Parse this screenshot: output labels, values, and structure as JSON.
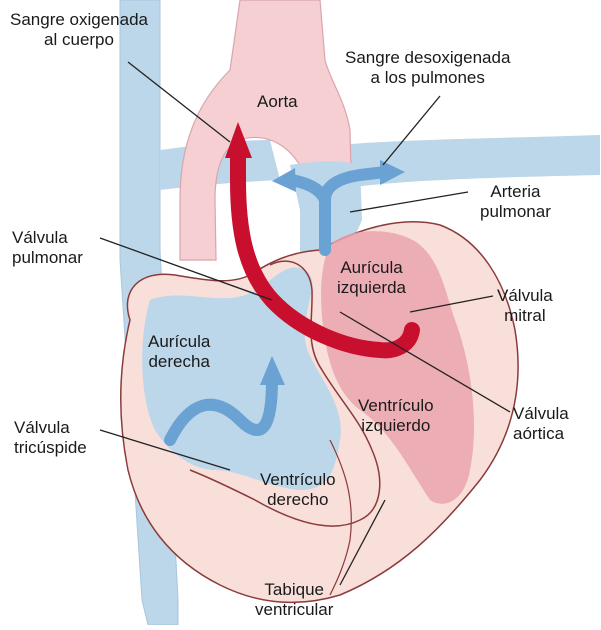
{
  "diagram": {
    "colors": {
      "oxygenated": "#f6cfd3",
      "oxygenated_deep": "#eaa4ad",
      "deoxygenated": "#bcd6ea",
      "deoxygenated_deep": "#86b3d9",
      "arrow_red": "#c8102e",
      "arrow_blue": "#6aa2d4",
      "outline": "#6b2a2a",
      "heart_wall": "#f8dfd9",
      "leader_line": "#222222"
    },
    "labels": {
      "oxygenated_blood": [
        "Sangre oxigenada",
        "al cuerpo"
      ],
      "deoxygenated_blood": [
        "Sangre desoxigenada",
        "a los pulmones"
      ],
      "aorta": [
        "Aorta"
      ],
      "pulmonary_artery": [
        "Arteria",
        "pulmonar"
      ],
      "pulmonary_valve": [
        "Válvula",
        "pulmonar"
      ],
      "left_atrium": [
        "Aurícula",
        "izquierda"
      ],
      "mitral_valve": [
        "Válvula",
        "mitral"
      ],
      "right_atrium": [
        "Aurícula",
        "derecha"
      ],
      "left_ventricle": [
        "Ventrículo",
        "izquierdo"
      ],
      "aortic_valve": [
        "Válvula",
        "aórtica"
      ],
      "tricuspid_valve": [
        "Válvula",
        "tricúspide"
      ],
      "right_ventricle": [
        "Ventrículo",
        "derecho"
      ],
      "septum": [
        "Tabique",
        "ventricular"
      ]
    }
  }
}
